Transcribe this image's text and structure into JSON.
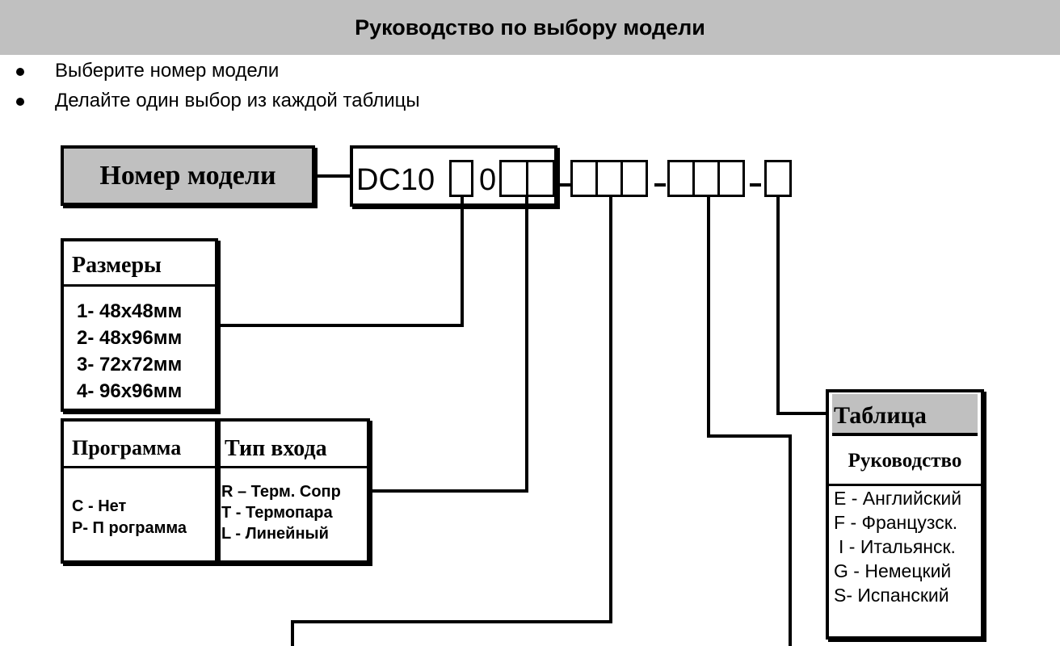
{
  "header": {
    "title": "Руководство по выбору модели"
  },
  "bullets": [
    "Выберите номер модели",
    "Делайте один выбор из каждой таблицы"
  ],
  "model": {
    "label": "Номер модели",
    "prefix": "DC10",
    "middle": "0",
    "sep": "-"
  },
  "sizes": {
    "title": "Размеры",
    "items": [
      "1- 48x48мм",
      "2- 48x96мм",
      "3- 72x72мм",
      "4- 96x96мм"
    ]
  },
  "program": {
    "title": "Программа",
    "items": [
      "C - Нет",
      "P- П рограмма"
    ]
  },
  "input": {
    "title": "Тип входа",
    "items": [
      "R – Терм. Сопр",
      "T - Термопара",
      "L - Линейный"
    ]
  },
  "table": {
    "title": "Таблица",
    "subtitle": "Руководство",
    "items": [
      "E - Английский",
      "F - Французск.",
      "I - Итальянск.",
      "G - Немецкий",
      "S- Испанский"
    ]
  }
}
